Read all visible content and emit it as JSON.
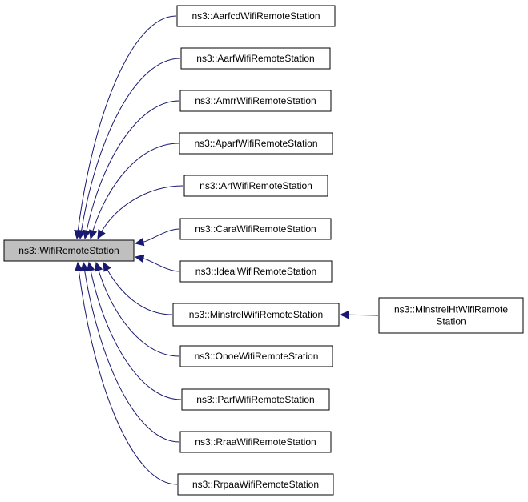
{
  "colors": {
    "edge": "#191970",
    "base_fill": "#bfbfbf",
    "node_fill": "#ffffff",
    "border": "#000000"
  },
  "diagram": {
    "base": {
      "id": "base",
      "label": [
        "ns3::WifiRemoteStation"
      ]
    },
    "derived": [
      {
        "id": "aarfcd",
        "label": [
          "ns3::AarfcdWifiRemoteStation"
        ]
      },
      {
        "id": "aarf",
        "label": [
          "ns3::AarfWifiRemoteStation"
        ]
      },
      {
        "id": "amrr",
        "label": [
          "ns3::AmrrWifiRemoteStation"
        ]
      },
      {
        "id": "aparf",
        "label": [
          "ns3::AparfWifiRemoteStation"
        ]
      },
      {
        "id": "arf",
        "label": [
          "ns3::ArfWifiRemoteStation"
        ]
      },
      {
        "id": "cara",
        "label": [
          "ns3::CaraWifiRemoteStation"
        ]
      },
      {
        "id": "ideal",
        "label": [
          "ns3::IdealWifiRemoteStation"
        ]
      },
      {
        "id": "minstrel",
        "label": [
          "ns3::MinstrelWifiRemoteStation"
        ]
      },
      {
        "id": "onoe",
        "label": [
          "ns3::OnoeWifiRemoteStation"
        ]
      },
      {
        "id": "parf",
        "label": [
          "ns3::ParfWifiRemoteStation"
        ]
      },
      {
        "id": "rraa",
        "label": [
          "ns3::RraaWifiRemoteStation"
        ]
      },
      {
        "id": "rrpaa",
        "label": [
          "ns3::RrpaaWifiRemoteStation"
        ]
      }
    ],
    "subderived": [
      {
        "id": "minstrelht",
        "parent": "minstrel",
        "label": [
          "ns3::MinstrelHtWifiRemote",
          "Station"
        ]
      }
    ]
  }
}
